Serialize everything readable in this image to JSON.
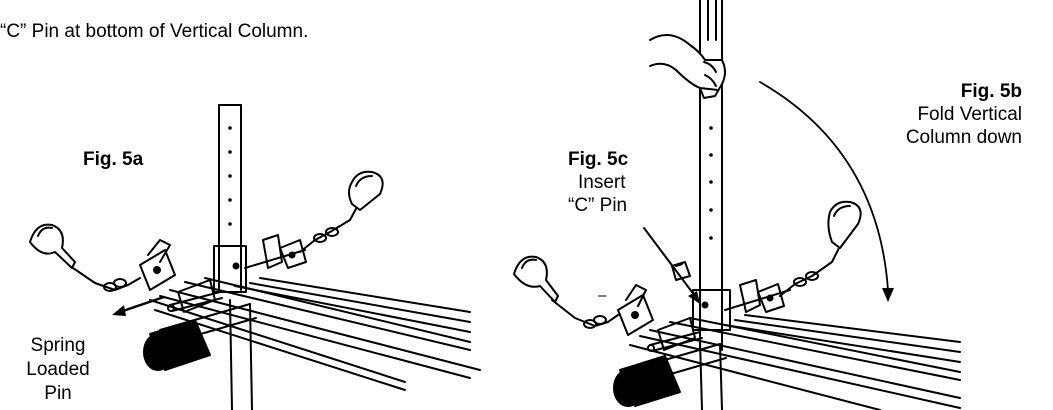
{
  "header": {
    "instruction": "“C” Pin at bottom of Vertical Column."
  },
  "fig5a": {
    "title": "Fig. 5a",
    "arrow_label_lines": [
      "Spring",
      "Loaded",
      "Pin"
    ]
  },
  "fig5c": {
    "title": "Fig. 5c",
    "lines": [
      "Insert",
      "“C” Pin"
    ]
  },
  "fig5b": {
    "title": "Fig. 5b",
    "lines": [
      "Fold Vertical",
      "Column down"
    ]
  },
  "stray_mark": "–"
}
